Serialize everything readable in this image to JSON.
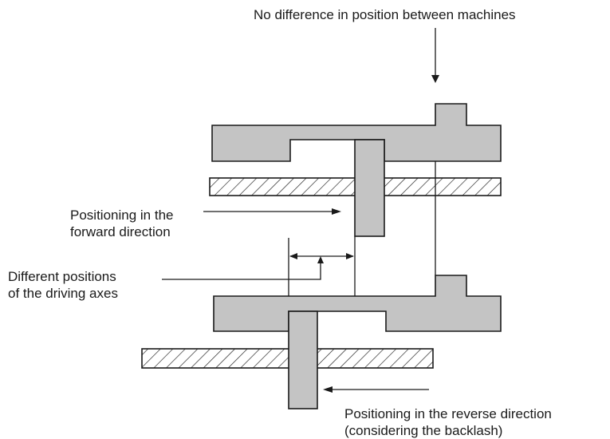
{
  "labels": {
    "no_difference": "No difference in position between machines",
    "forward_line1": "Positioning in the",
    "forward_line2": "forward direction",
    "different_line1": "Different positions",
    "different_line2": "of the driving axes",
    "reverse_line1": "Positioning in the reverse direction",
    "reverse_line2": "(considering the backlash)"
  },
  "colors": {
    "part_fill": "#c4c4c4",
    "stroke": "#1a1a1a",
    "hatch": "#1a1a1a",
    "background": "#ffffff"
  }
}
